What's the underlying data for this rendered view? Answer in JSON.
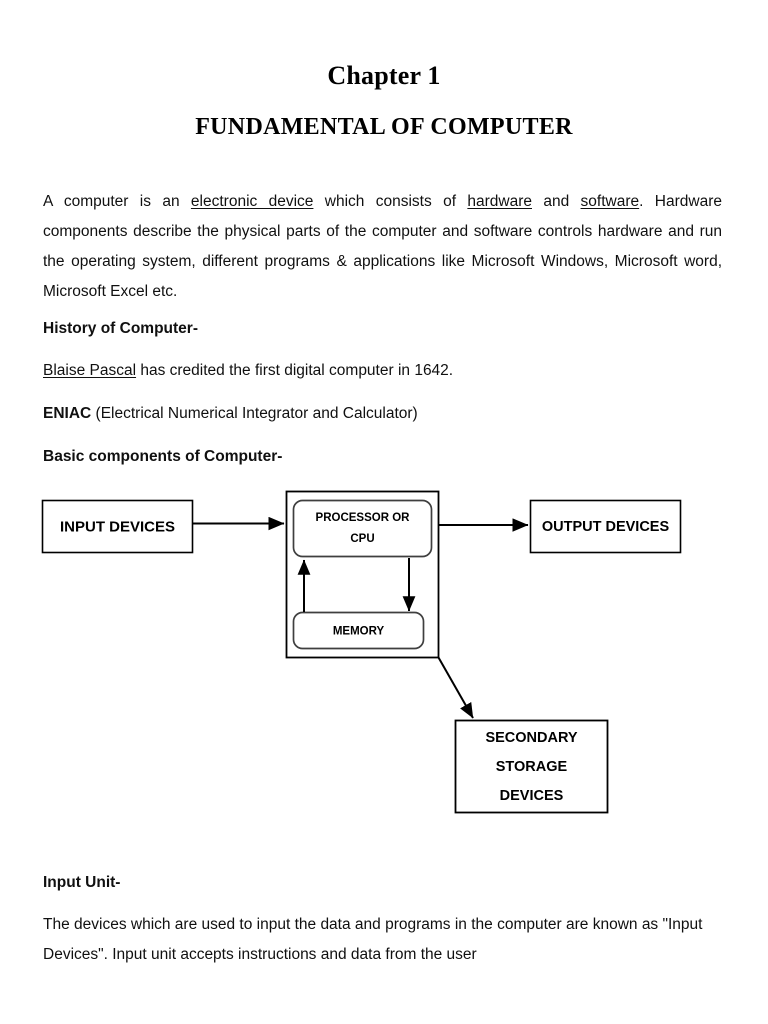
{
  "document": {
    "chapter_title": "Chapter 1",
    "subject_title": "FUNDAMENTAL OF COMPUTER",
    "intro": {
      "seg1": "A computer is an ",
      "link1": "electronic device",
      "seg2": " which consists of ",
      "link2": "hardware",
      "seg3": " and ",
      "link3": "software",
      "seg4": ". Hardware components describe the physical parts of the computer and software controls hardware and run the operating system, different programs & applications like Microsoft Windows, Microsoft word, Microsoft Excel etc."
    },
    "history_heading": "History of Computer-",
    "pascal": {
      "name": "Blaise Pascal",
      "rest": " has credited the first digital computer in 1642."
    },
    "eniac": {
      "acronym": "ENIAC",
      "expansion": " (Electrical Numerical Integrator and Calculator)"
    },
    "basic_components_heading": "Basic components of Computer-",
    "input_unit_heading": "Input Unit-",
    "input_unit_paragraph": "The devices which are used to input the data and programs in the computer are known as \"Input Devices\". Input unit accepts instructions and data from the user"
  },
  "diagram": {
    "title": "Basic components of Computer block diagram",
    "nodes": {
      "input_devices": "INPUT DEVICES",
      "processor_line1": "PROCESSOR OR",
      "processor_line2": "CPU",
      "memory": "MEMORY",
      "output_devices": "OUTPUT DEVICES",
      "secondary_line1": "SECONDARY",
      "secondary_line2": "STORAGE",
      "secondary_line3": "DEVICES"
    },
    "edges": [
      "input-devices-to-cpu",
      "cpu-to-output-devices",
      "memory-to-cpu",
      "cpu-to-memory",
      "cpu-unit-to-secondary-storage"
    ],
    "colors": {
      "stroke": "#000000",
      "inner_stroke": "#3f3f3f",
      "fill": "#ffffff"
    }
  }
}
